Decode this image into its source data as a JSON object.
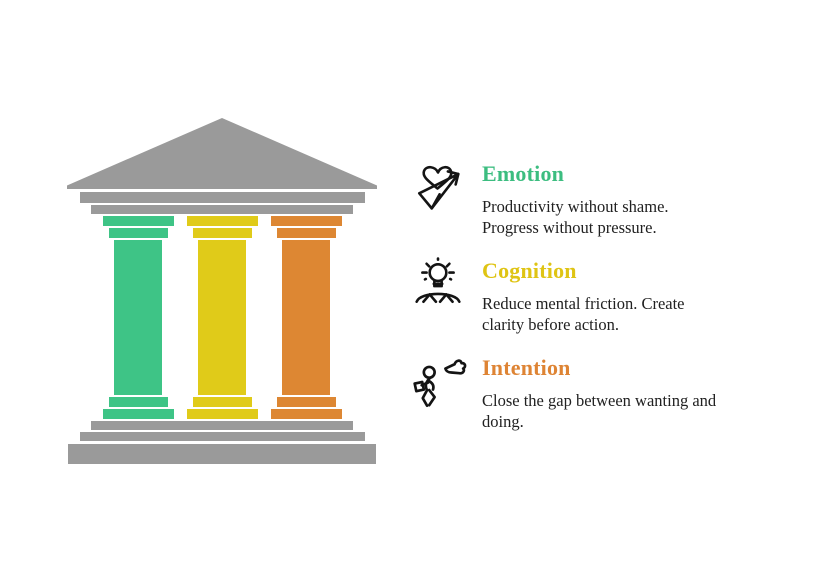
{
  "page": {
    "background": "#ffffff",
    "body_text_color": "#212121"
  },
  "temple": {
    "description": "three-pillar temple graphic",
    "structure_color": "#9A9A9A",
    "pillars": [
      {
        "id": "emotion",
        "color": "#3EC486"
      },
      {
        "id": "cognition",
        "color": "#E0CB19"
      },
      {
        "id": "intention",
        "color": "#DD8733"
      }
    ]
  },
  "sections": [
    {
      "id": "emotion",
      "icon": "heart-paper-plane-icon",
      "title": "Emotion",
      "title_color": "#3CBD80",
      "body_lines": [
        "Productivity without shame.",
        "Progress without pressure."
      ]
    },
    {
      "id": "cognition",
      "icon": "lightbulb-hands-icon",
      "title": "Cognition",
      "title_color": "#DFC414",
      "body_lines": [
        "Reduce mental friction. Create",
        "clarity before action."
      ]
    },
    {
      "id": "intention",
      "icon": "pointing-hand-person-icon",
      "title": "Intention",
      "title_color": "#DE8434",
      "body_lines": [
        "Close the gap between wanting and",
        "doing."
      ]
    }
  ]
}
